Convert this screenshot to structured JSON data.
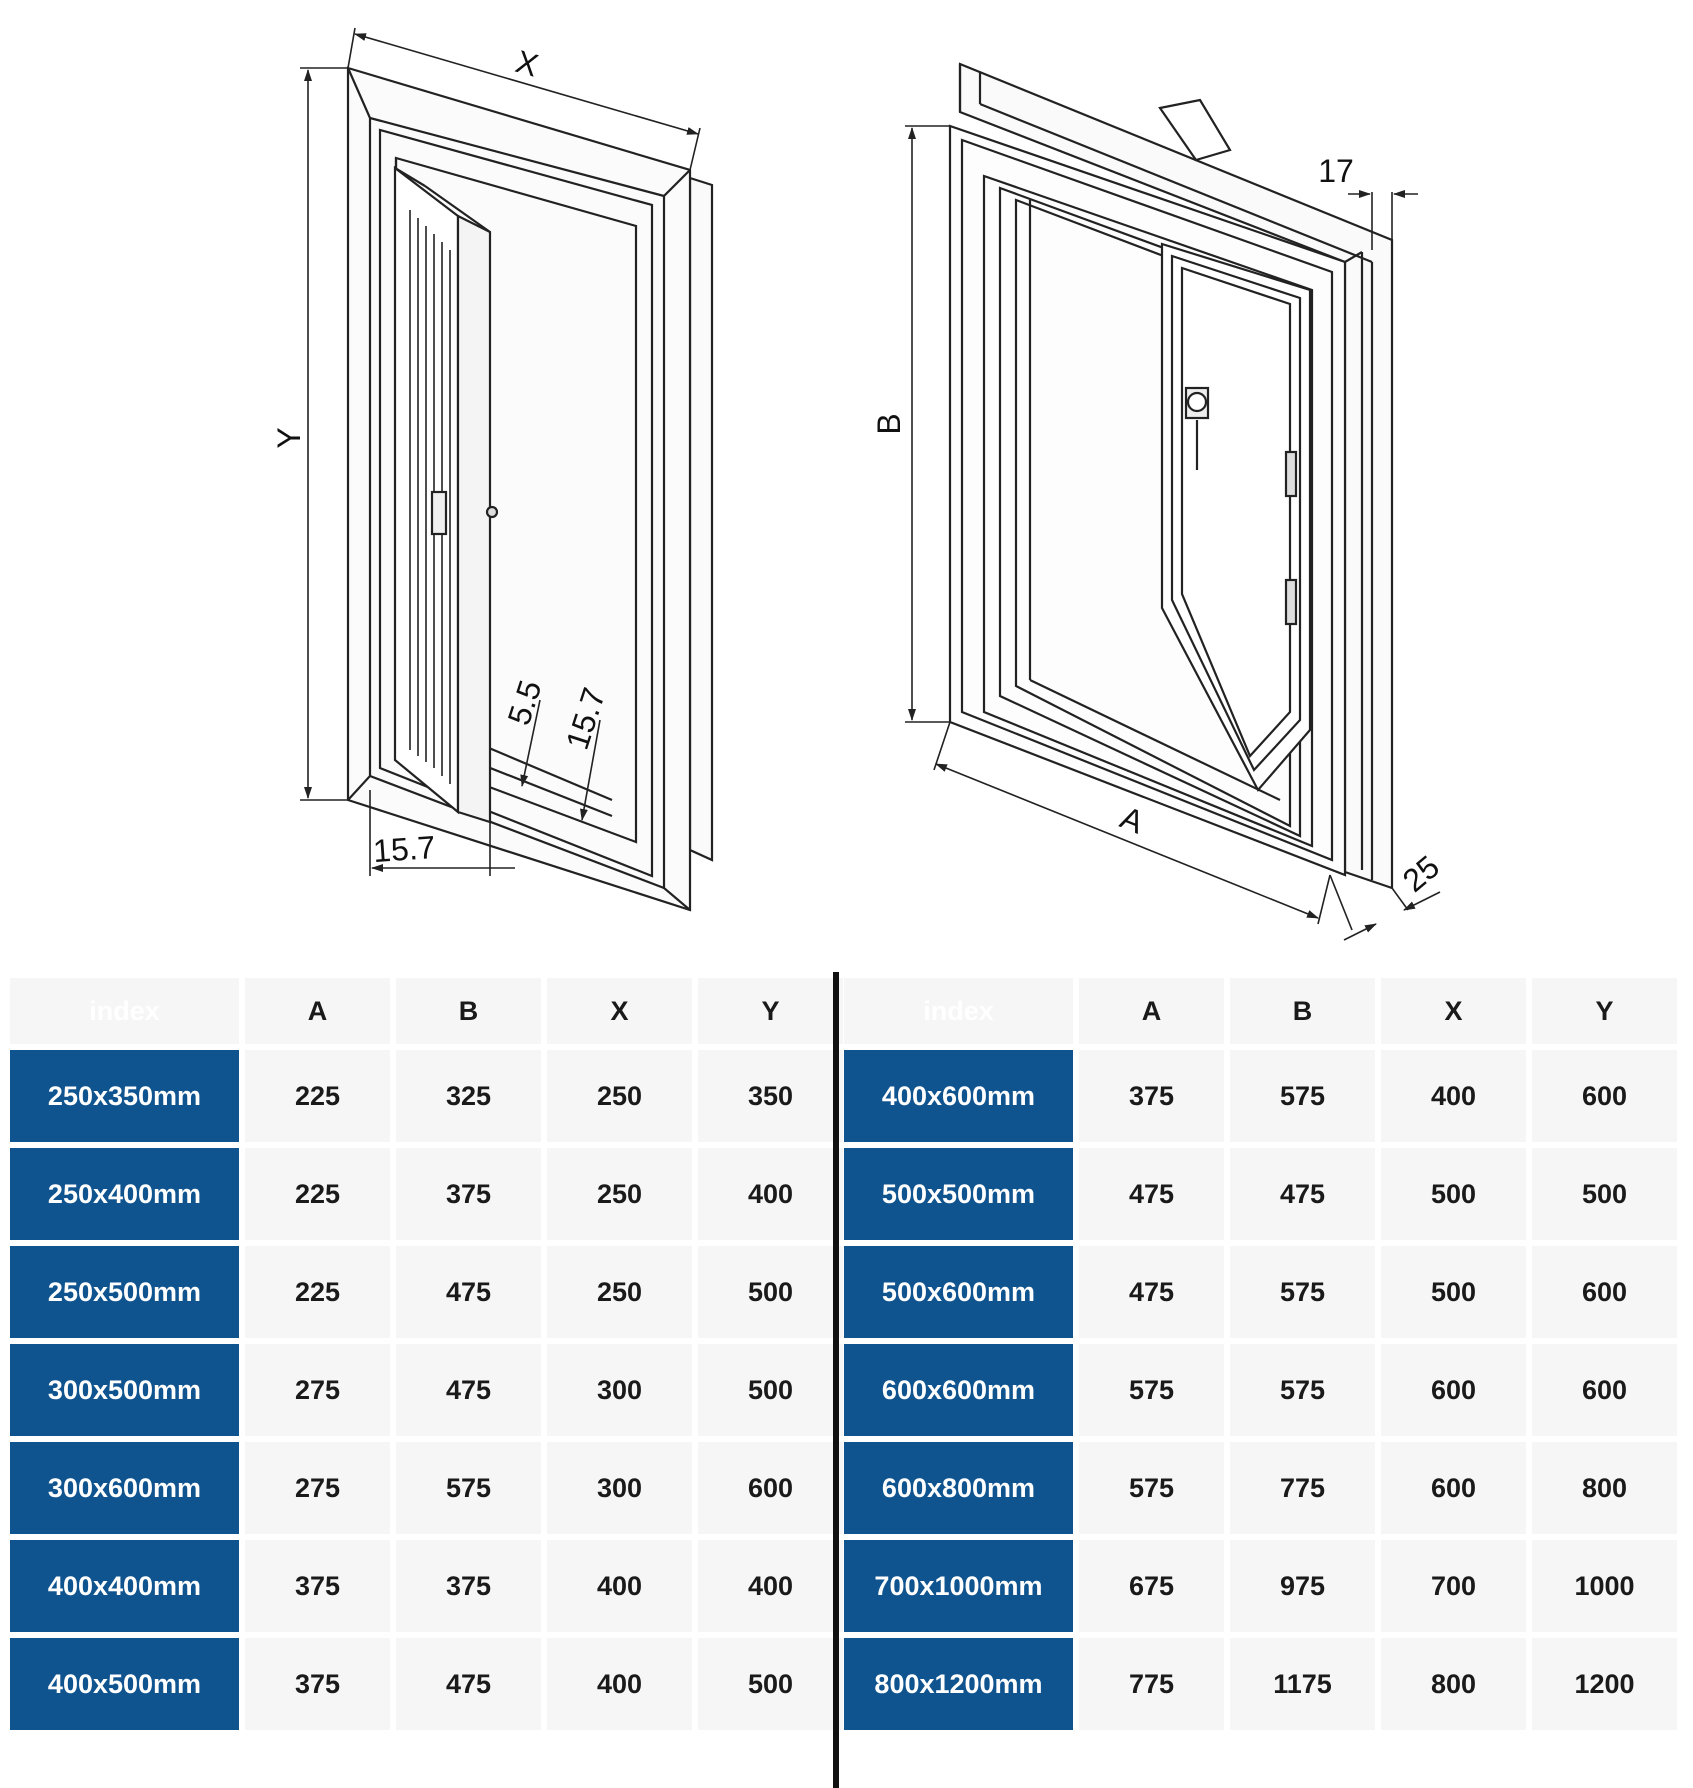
{
  "drawing": {
    "left_view": {
      "dims": {
        "width": "X",
        "height": "Y",
        "frame_left": "15.7",
        "gap": "5.5",
        "frame_bottom": "15.7"
      }
    },
    "right_view": {
      "dims": {
        "width": "A",
        "height": "B",
        "depth_top": "17",
        "depth_bottom": "25"
      }
    }
  },
  "table": {
    "header": {
      "index": "index",
      "a": "A",
      "b": "B",
      "x": "X",
      "y": "Y"
    },
    "left_rows": [
      {
        "index": "250x350mm",
        "a": "225",
        "b": "325",
        "x": "250",
        "y": "350"
      },
      {
        "index": "250x400mm",
        "a": "225",
        "b": "375",
        "x": "250",
        "y": "400"
      },
      {
        "index": "250x500mm",
        "a": "225",
        "b": "475",
        "x": "250",
        "y": "500"
      },
      {
        "index": "300x500mm",
        "a": "275",
        "b": "475",
        "x": "300",
        "y": "500"
      },
      {
        "index": "300x600mm",
        "a": "275",
        "b": "575",
        "x": "300",
        "y": "600"
      },
      {
        "index": "400x400mm",
        "a": "375",
        "b": "375",
        "x": "400",
        "y": "400"
      },
      {
        "index": "400x500mm",
        "a": "375",
        "b": "475",
        "x": "400",
        "y": "500"
      }
    ],
    "right_rows": [
      {
        "index": "400x600mm",
        "a": "375",
        "b": "575",
        "x": "400",
        "y": "600"
      },
      {
        "index": "500x500mm",
        "a": "475",
        "b": "475",
        "x": "500",
        "y": "500"
      },
      {
        "index": "500x600mm",
        "a": "475",
        "b": "575",
        "x": "500",
        "y": "600"
      },
      {
        "index": "600x600mm",
        "a": "575",
        "b": "575",
        "x": "600",
        "y": "600"
      },
      {
        "index": "600x800mm",
        "a": "575",
        "b": "775",
        "x": "600",
        "y": "800"
      },
      {
        "index": "700x1000mm",
        "a": "675",
        "b": "975",
        "x": "700",
        "y": "1000"
      },
      {
        "index": "800x1200mm",
        "a": "775",
        "b": "1175",
        "x": "800",
        "y": "1200"
      }
    ]
  },
  "colors": {
    "index_bg": "#0f538f",
    "cell_bg": "#f6f6f6",
    "divider": "#111111"
  }
}
